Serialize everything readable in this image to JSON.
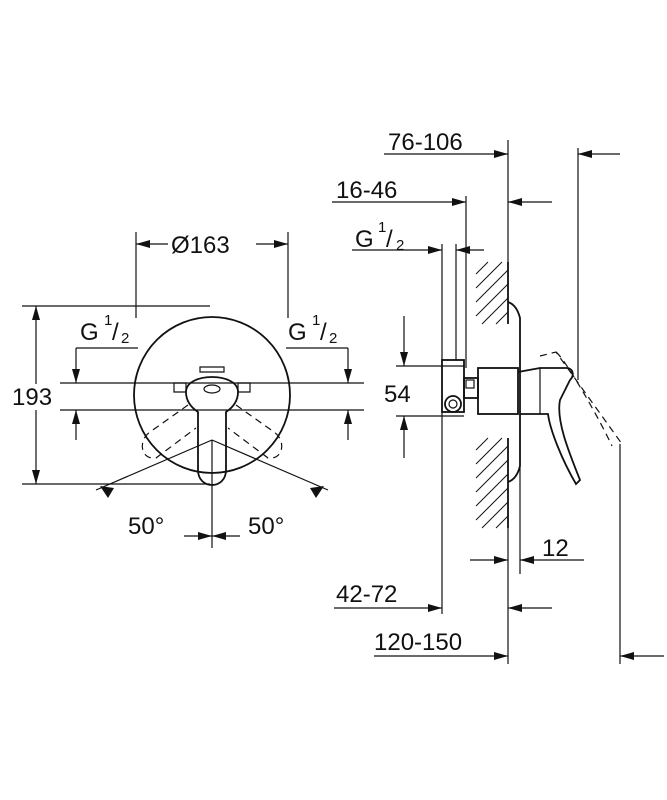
{
  "front_view": {
    "diameter": "Ø163",
    "height": "193",
    "port_left": {
      "base": "G",
      "frac_num": "1",
      "frac_den": "2"
    },
    "port_right": {
      "base": "G",
      "frac_num": "1",
      "frac_den": "2"
    },
    "angle_left": "50°",
    "angle_right": "50°"
  },
  "side_view": {
    "dim_top_outer": "76-106",
    "dim_top_mid": "16-46",
    "port": {
      "base": "G",
      "frac_num": "1",
      "frac_den": "2"
    },
    "dim_height": "54",
    "dim_plate": "12",
    "dim_bottom_mid": "42-72",
    "dim_bottom_outer": "120-150"
  }
}
